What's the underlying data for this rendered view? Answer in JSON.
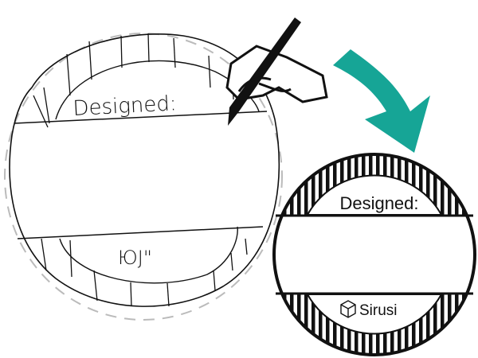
{
  "sketch": {
    "top_label": "Designed:",
    "bottom_label": "ЮJ\""
  },
  "final_stamp": {
    "top_label": "Designed:",
    "brand_name": "Sirusi",
    "brand_icon": "cube-icon"
  },
  "colors": {
    "arrow": "#16a596",
    "ink": "#111111",
    "guide": "#bbbbbb"
  }
}
